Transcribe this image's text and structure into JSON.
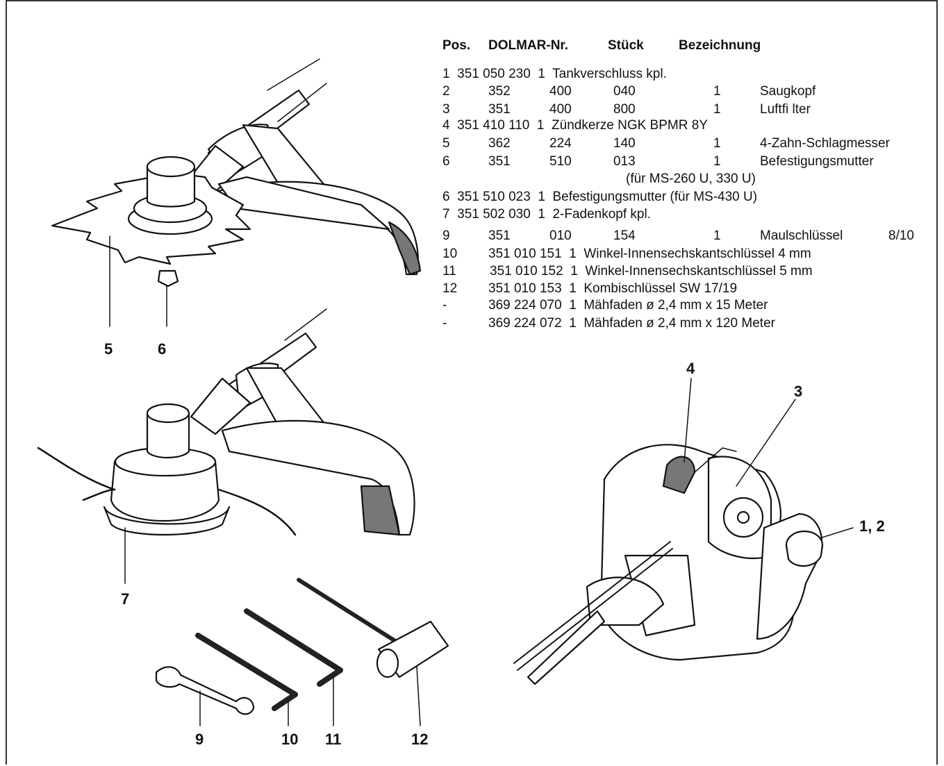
{
  "headers": {
    "pos": "Pos.",
    "nr": "DOLMAR-Nr.",
    "qty": "Stück",
    "desc": "Bezeichnung"
  },
  "rows": [
    "1  351 050 230  1  Tankverschluss kpl.",
    "2",
    "352",
    "400",
    "040",
    "1",
    "Saugkopf",
    "3",
    "351",
    "400",
    "800",
    "1",
    "Luftfi lter",
    "4  351 410 110  1  Zündkerze NGK BPMR 8Y",
    "5",
    "362",
    "224",
    "140",
    "1",
    "4-Zahn-Schlagmesser",
    "6",
    "351",
    "510",
    "013",
    "1",
    "Befestigungsmutter",
    "(für MS-260 U, 330 U)",
    "6  351 510 023  1  Befestigungsmutter (für MS-430 U)",
    "7  351 502 030  1  2-Fadenkopf kpl.",
    "9",
    "351",
    "010",
    "154",
    "1",
    "Maulschlüssel",
    "8/10",
    "10",
    "351 010 151  1  Winkel-Innensechskantschlüssel 4 mm",
    "11",
    "351 010 152  1  Winkel-Innensechskantschlüssel 5 mm",
    "12",
    "351 010 153  1  Kombischlüssel SW 17/19",
    "-",
    "369 224 070  1  Mähfaden ø 2,4 mm x 15 Meter",
    "-",
    "369 224 072  1  Mähfaden ø 2,4 mm x 120 Meter"
  ],
  "callouts": [
    "5",
    "6",
    "7",
    "9",
    "10",
    "11",
    "12",
    "4",
    "3",
    "1, 2"
  ]
}
